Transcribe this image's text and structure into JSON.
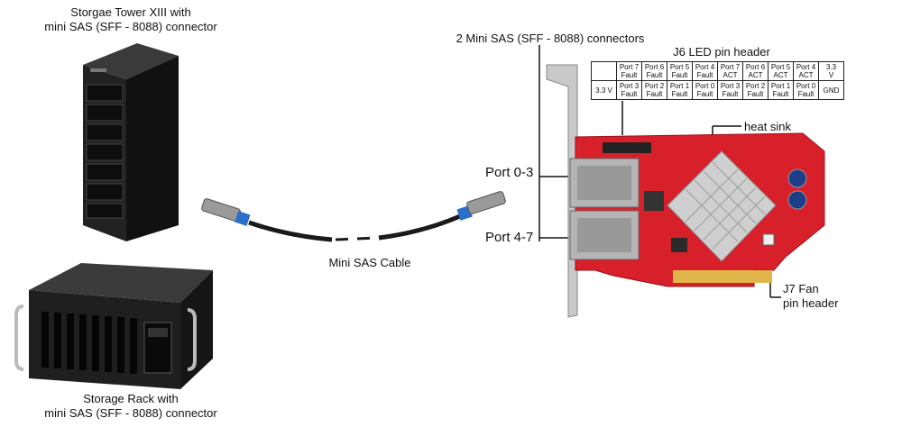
{
  "labels": {
    "tower_line1": "Storgae Tower XIII with",
    "tower_line2": "mini SAS (SFF - 8088) connector",
    "rack_line1": "Storage Rack with",
    "rack_line2": "mini SAS (SFF - 8088) connector",
    "cable": "Mini SAS Cable",
    "connectors": "2 Mini SAS (SFF - 8088) connectors",
    "port_top": "Port 0-3",
    "port_bottom": "Port 4-7",
    "j6_title": "J6 LED pin header",
    "heat_sink": "heat sink",
    "j7_line1": "J7 Fan",
    "j7_line2": "pin header"
  },
  "pin_header": {
    "row1": [
      "",
      "Port 7\nFault",
      "Port 6\nFault",
      "Port 5\nFault",
      "Port 4\nFault",
      "Port 7\nACT",
      "Port 6\nACT",
      "Port 5\nACT",
      "Port 4\nACT",
      "3.3\nV"
    ],
    "row2": [
      "3.3 V",
      "Port 3\nFault",
      "Port 2\nFault",
      "Port 1\nFault",
      "Port 0\nFault",
      "Port 3\nFault",
      "Port 2\nFault",
      "Port 1\nFault",
      "Port 0\nFault",
      "GND"
    ]
  },
  "colors": {
    "pcb_red": "#d8202a",
    "bracket": "#c9c9c9",
    "device_black": "#1c1c1c",
    "connector_blue": "#2a6fc9"
  },
  "icons": {
    "tower": "storage-tower-icon",
    "rack": "storage-rack-icon",
    "cable": "mini-sas-cable-icon",
    "card": "raid-card-icon"
  }
}
